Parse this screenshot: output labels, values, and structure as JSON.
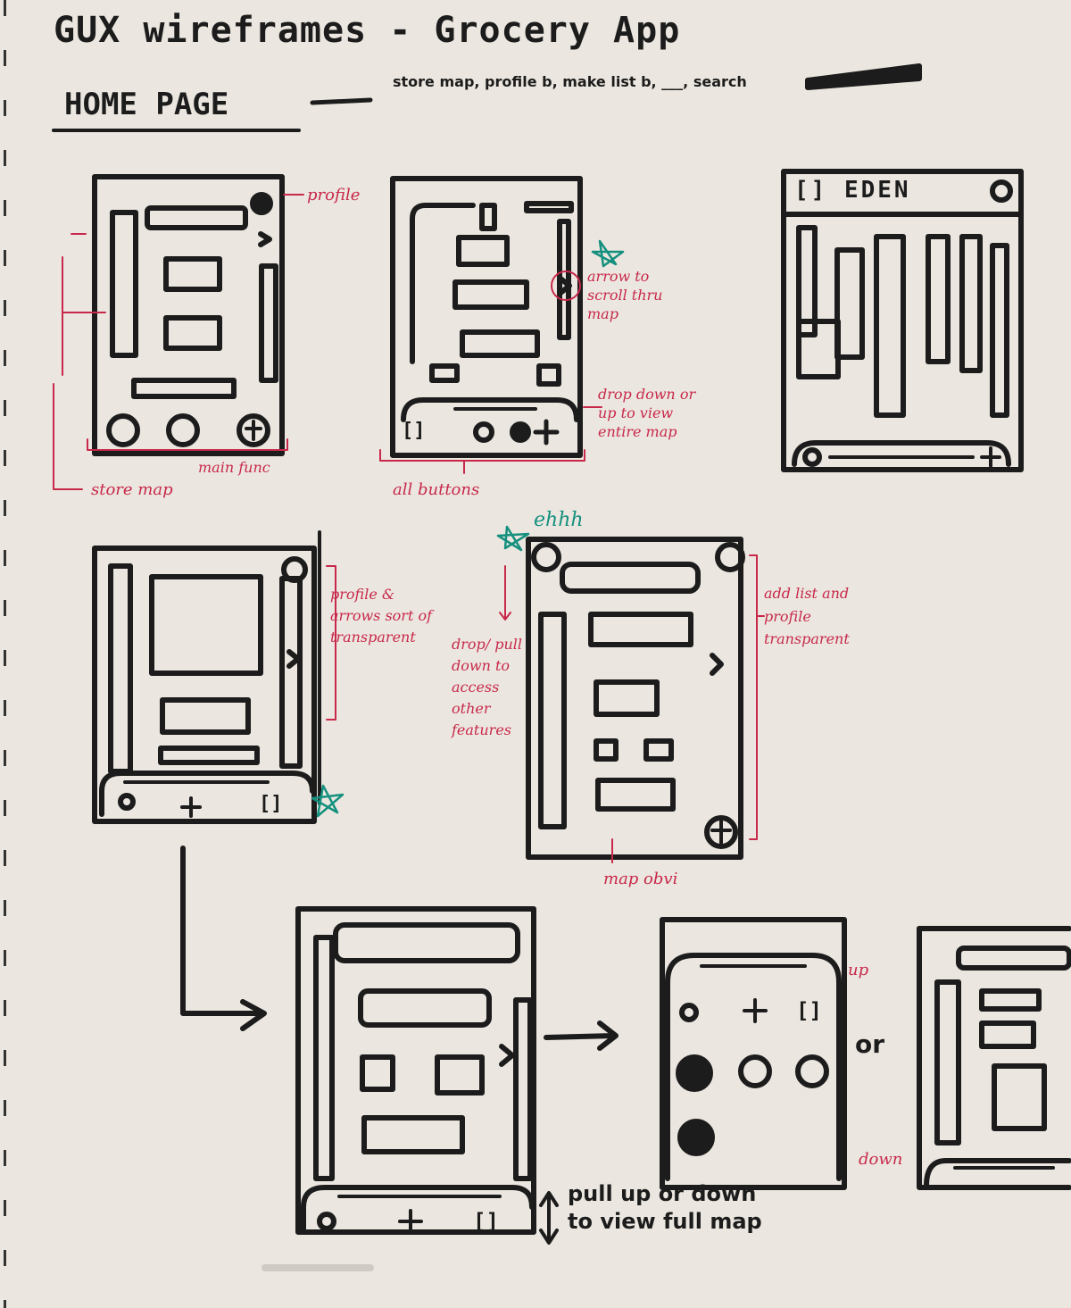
{
  "title": "GUX wireframes - Grocery App",
  "home_label": "HOME PAGE",
  "subtitle": "store map, profile b, make list b, ___, search",
  "annotations": {
    "profile": "profile",
    "arrow_star": "arrow to scroll thru map",
    "drop_down": "drop down or up to view entire map",
    "main_func": "main func",
    "store_map": "store map",
    "all_buttons": "all buttons",
    "eden": "[] EDEN",
    "profile_arrows": "profile & arrows sort of transparent",
    "ehhh": "ehhh",
    "drop_pull": "drop/ pull down to access other features",
    "add_list": "add list and profile transparent",
    "map_obvi": "map obvi",
    "pull_up": "pull up or down to view full map",
    "up": "up",
    "or": "or",
    "down": "down"
  },
  "icons": {
    "scan": "[]",
    "search": "search-icon",
    "plus": "+",
    "arrow": ">",
    "close": "x"
  },
  "colors": {
    "paper": "#ebe7e0",
    "ink": "#1c1c1c",
    "red_ink": "#c8284a",
    "teal_ink": "#15907e"
  }
}
